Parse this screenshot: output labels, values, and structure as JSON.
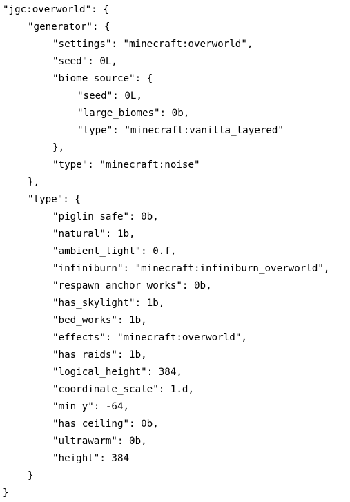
{
  "code": {
    "lines": [
      {
        "indent": 0,
        "text": "\"jgc:overworld\": {"
      },
      {
        "indent": 1,
        "text": "\"generator\": {"
      },
      {
        "indent": 2,
        "text": "\"settings\": \"minecraft:overworld\","
      },
      {
        "indent": 2,
        "text": "\"seed\": 0L,"
      },
      {
        "indent": 2,
        "text": "\"biome_source\": {"
      },
      {
        "indent": 3,
        "text": "\"seed\": 0L,"
      },
      {
        "indent": 3,
        "text": "\"large_biomes\": 0b,"
      },
      {
        "indent": 3,
        "text": "\"type\": \"minecraft:vanilla_layered\""
      },
      {
        "indent": 2,
        "text": "},"
      },
      {
        "indent": 2,
        "text": "\"type\": \"minecraft:noise\""
      },
      {
        "indent": 1,
        "text": "},"
      },
      {
        "indent": 1,
        "text": "\"type\": {"
      },
      {
        "indent": 2,
        "text": "\"piglin_safe\": 0b,"
      },
      {
        "indent": 2,
        "text": "\"natural\": 1b,"
      },
      {
        "indent": 2,
        "text": "\"ambient_light\": 0.f,"
      },
      {
        "indent": 2,
        "text": "\"infiniburn\": \"minecraft:infiniburn_overworld\","
      },
      {
        "indent": 2,
        "text": "\"respawn_anchor_works\": 0b,"
      },
      {
        "indent": 2,
        "text": "\"has_skylight\": 1b,"
      },
      {
        "indent": 2,
        "text": "\"bed_works\": 1b,"
      },
      {
        "indent": 2,
        "text": "\"effects\": \"minecraft:overworld\","
      },
      {
        "indent": 2,
        "text": "\"has_raids\": 1b,"
      },
      {
        "indent": 2,
        "text": "\"logical_height\": 384,"
      },
      {
        "indent": 2,
        "text": "\"coordinate_scale\": 1.d,"
      },
      {
        "indent": 2,
        "text": "\"min_y\": -64,"
      },
      {
        "indent": 2,
        "text": "\"has_ceiling\": 0b,"
      },
      {
        "indent": 2,
        "text": "\"ultrawarm\": 0b,"
      },
      {
        "indent": 2,
        "text": "\"height\": 384"
      },
      {
        "indent": 1,
        "text": "}"
      },
      {
        "indent": 0,
        "text": "}"
      }
    ]
  }
}
